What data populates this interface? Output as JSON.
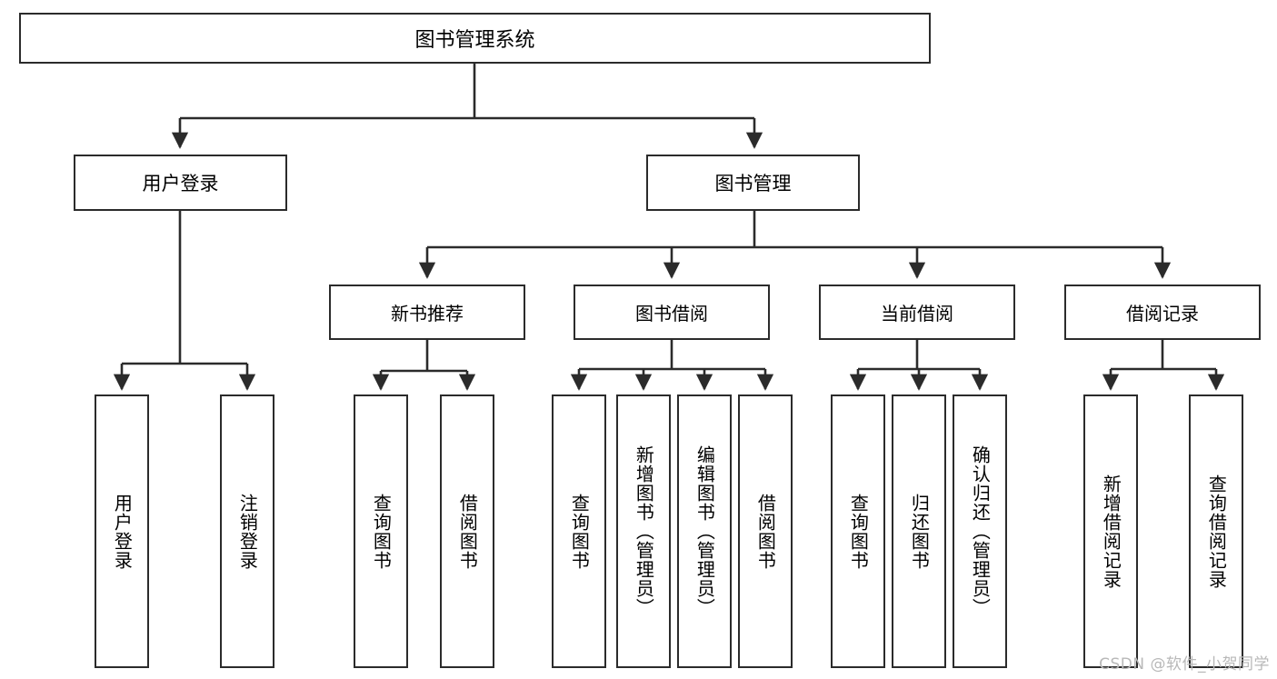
{
  "diagram": {
    "title": "图书管理系统",
    "type": "tree-hierarchy-chart",
    "root": {
      "label": "图书管理系统"
    },
    "level2": [
      {
        "label": "用户登录"
      },
      {
        "label": "图书管理"
      }
    ],
    "level3": [
      {
        "label": "新书推荐"
      },
      {
        "label": "图书借阅"
      },
      {
        "label": "当前借阅"
      },
      {
        "label": "借阅记录"
      }
    ],
    "leaves": {
      "user_login": [
        {
          "label": "用户登录"
        },
        {
          "label": "注销登录"
        }
      ],
      "new_book_recommend": [
        {
          "label": "查询图书"
        },
        {
          "label": "借阅图书"
        }
      ],
      "book_borrow": [
        {
          "label": "查询图书"
        },
        {
          "label": "新增图书（管理员）"
        },
        {
          "label": "编辑图书（管理员）"
        },
        {
          "label": "借阅图书"
        }
      ],
      "current_borrow": [
        {
          "label": "查询图书"
        },
        {
          "label": "归还图书"
        },
        {
          "label": "确认归还（管理员）"
        }
      ],
      "borrow_record": [
        {
          "label": "新增借阅记录"
        },
        {
          "label": "查询借阅记录"
        }
      ]
    }
  },
  "watermark": {
    "text": "CSDN @软件_小贺同学"
  },
  "colors": {
    "border": "#2b2b2b",
    "background": "#ffffff",
    "text": "#000000",
    "watermark": "#b8b8b8"
  }
}
